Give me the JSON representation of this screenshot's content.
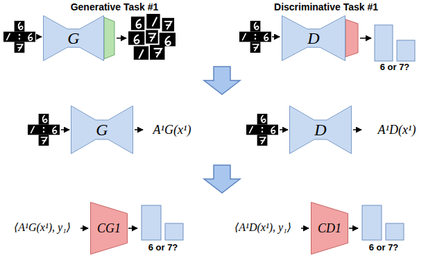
{
  "diagram": {
    "nodes": [
      {
        "text": [
          "G"
        ]
      },
      {
        "text": [
          "D"
        ]
      },
      {
        "text": [
          "G"
        ]
      },
      {
        "text": [
          "D"
        ]
      },
      {
        "text": [
          "CG1"
        ]
      },
      {
        "text": [
          "CD1"
        ]
      }
    ],
    "labels": [
      "Generative Task #1",
      "Discriminative Task #1",
      "6 or 7?",
      "A¹G(x¹)",
      "A¹D(x¹)",
      "⟨A¹G(x¹), y₁⟩",
      "6 or 7?",
      "⟨A¹D(x¹), y₁⟩",
      "6 or 7?"
    ]
  }
}
